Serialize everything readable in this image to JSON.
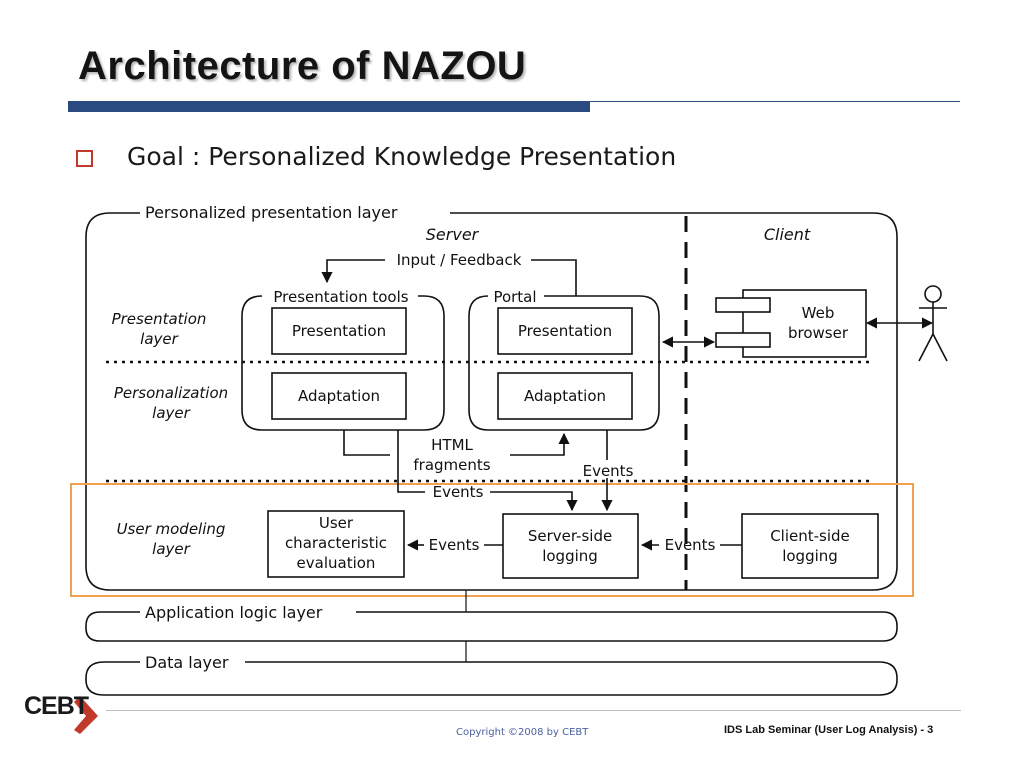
{
  "slide": {
    "title": "Architecture of NAZOU",
    "bullet": "Goal : Personalized Knowledge Presentation"
  },
  "diagram": {
    "outer_layer": "Personalized presentation layer",
    "server": "Server",
    "client": "Client",
    "input_feedback": "Input / Feedback",
    "presentation_tools": "Presentation tools",
    "portal": "Portal",
    "presentation": "Presentation",
    "adaptation": "Adaptation",
    "web_browser": [
      "Web",
      "browser"
    ],
    "presentation_layer": [
      "Presentation",
      "layer"
    ],
    "personalization_layer": [
      "Personalization",
      "layer"
    ],
    "user_modeling_layer": [
      "User modeling",
      "layer"
    ],
    "html_fragments": [
      "HTML",
      "fragments"
    ],
    "events": "Events",
    "user_characteristic_evaluation": [
      "User",
      "characteristic",
      "evaluation"
    ],
    "server_side_logging": [
      "Server-side",
      "logging"
    ],
    "client_side_logging": [
      "Client-side",
      "logging"
    ],
    "application_logic_layer": "Application logic layer",
    "data_layer": "Data layer",
    "colors": {
      "highlight": "#f0a050",
      "line": "#111111"
    }
  },
  "footer": {
    "logo": "CEBT",
    "copyright": "Copyright ©2008 by CEBT",
    "seminar": "IDS Lab Seminar (User Log Analysis) - 3"
  }
}
